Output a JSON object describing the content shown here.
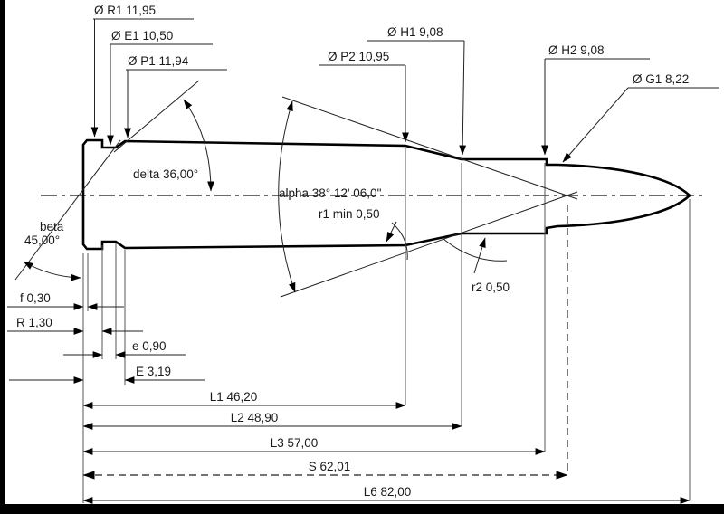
{
  "drawing": {
    "type": "CIP cartridge dimension drawing",
    "colors": {
      "line": "#000000",
      "background": "#ffffff",
      "border": "#000000"
    },
    "labels": {
      "dia_R1": "Ø R1  11,95",
      "dia_E1": "Ø E1  10,50",
      "dia_P1": "Ø P1  11,94",
      "dia_P2": "Ø P2  10,95",
      "dia_H1": "Ø H1  9,08",
      "dia_H2": "Ø H2  9,08",
      "dia_G1": "Ø G1  8,22",
      "angle_delta": "delta  36,00°",
      "angle_alpha": "alpha  38° 12' 06,0\"",
      "angle_beta_line1": "beta",
      "angle_beta_line2": "45,00°",
      "radius_r1": "r1 min  0,50",
      "radius_r2": "r2  0,50",
      "dim_f": "f  0,30",
      "dim_R": "R  1,30",
      "dim_e": "e  0,90",
      "dim_E": "E  3,19",
      "len_L1": "L1  46,20",
      "len_L2": "L2  48,90",
      "len_L3": "L3  57,00",
      "len_S": "S  62,01",
      "len_L6": "L6  82,00"
    }
  }
}
